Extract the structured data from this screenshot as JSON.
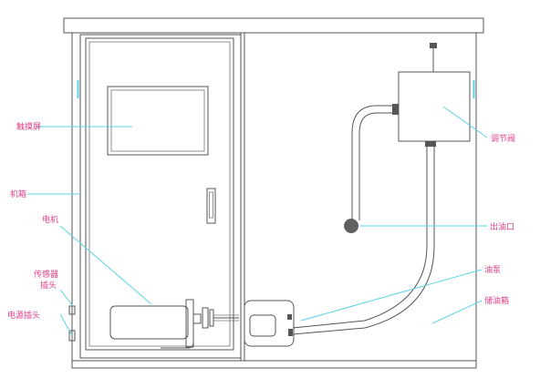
{
  "labels": {
    "touch_screen": "触摸屏",
    "cabinet": "机箱",
    "motor": "电机",
    "sensor_socket_line1": "传感器",
    "sensor_socket_line2": "插头",
    "power_plug": "电源插头",
    "regulating_valve": "调节阀",
    "oil_outlet": "出油口",
    "oil_pump": "油泵",
    "oil_tank": "储油箱"
  },
  "colors": {
    "outline": "#555555",
    "leader": "#5fd3e3",
    "label": "#e0408a",
    "ball": "#606060",
    "pipe_dark": "#555555"
  }
}
